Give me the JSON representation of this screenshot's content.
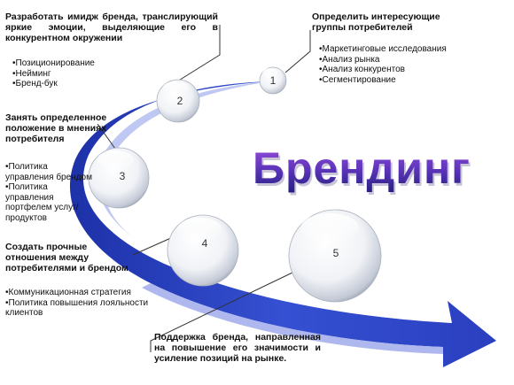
{
  "title": "Брендинг",
  "steps": [
    {
      "number": "1",
      "heading": "Определить интересующие группы потребителей",
      "items": [
        "Маркетинговые исследования",
        "Анализ рынка",
        "Анализ конкурентов",
        "Сегментирование"
      ]
    },
    {
      "number": "2",
      "heading": "Разработать имидж бренда, транслирующий яркие эмоции, выделяющие его в конкурентном окружении",
      "items": [
        "Позиционирование",
        "Нейминг",
        "Бренд-бук"
      ]
    },
    {
      "number": "3",
      "heading": "Занять определенное положение в мнениях потребителя",
      "items": [
        "Политика управления брендом",
        "Политика управления портфелем услуг/продуктов"
      ]
    },
    {
      "number": "4",
      "heading": "Создать прочные отношения между потребителями и брендом",
      "items": [
        "Коммуникационная стратегия",
        "Политика повышения лояльности клиентов"
      ]
    },
    {
      "number": "5",
      "heading": "Поддержка бренда, направленная на повышение его значимости и усиление позиций на рынке.",
      "items": []
    }
  ],
  "colors": {
    "arrow": "#2e45c4",
    "arrow_light": "#7e8fe6",
    "title_top": "#8a3fd0",
    "title_bottom": "#2a1e8e",
    "connector": "#333333"
  }
}
